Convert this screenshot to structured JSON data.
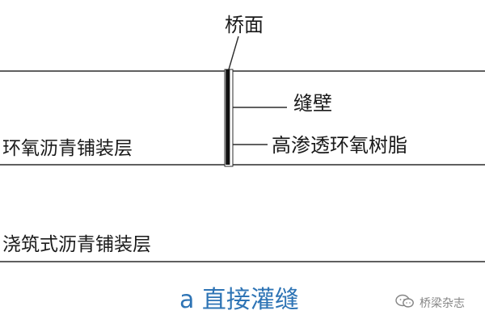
{
  "labels": {
    "deck": "桥面",
    "joint_wall": "缝壁",
    "resin": "高渗透环氧树脂",
    "top_layer": "环氧沥青铺装层",
    "bottom_layer": "浇筑式沥青铺装层"
  },
  "caption": "a 直接灌缝",
  "watermark": {
    "text": "桥梁杂志",
    "icon": "wechat-icon"
  },
  "colors": {
    "line": "#2b2b2b",
    "text": "#1a1a1a",
    "caption": "#2e74b5",
    "watermark": "#555555"
  }
}
